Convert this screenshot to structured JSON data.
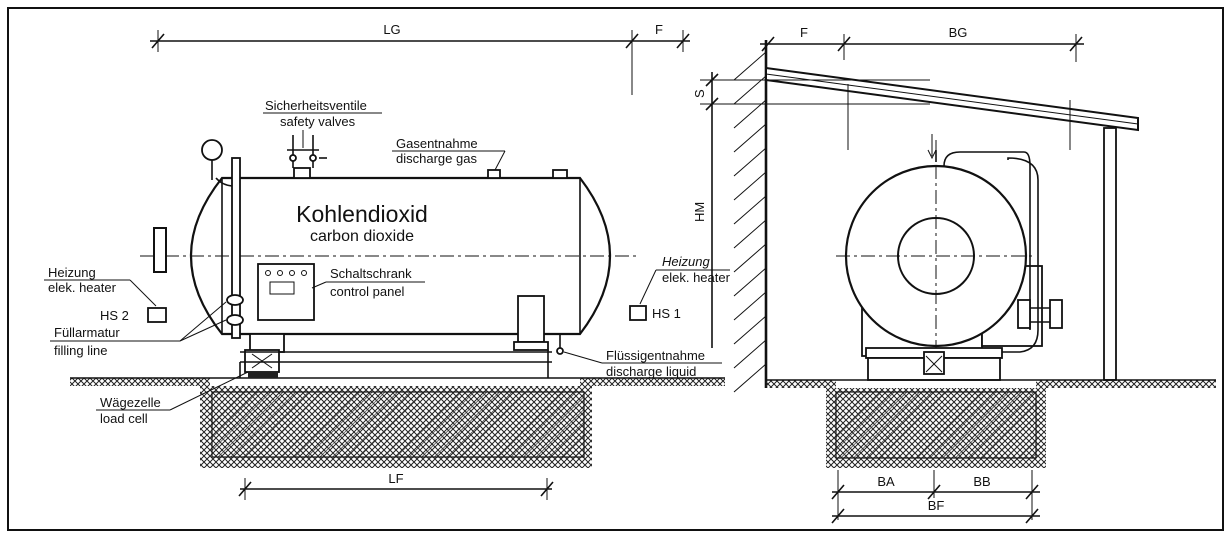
{
  "tank": {
    "title_de": "Kohlendioxid",
    "title_en": "carbon dioxide"
  },
  "labels": {
    "safety_valves_de": "Sicherheitsventile",
    "safety_valves_en": "safety valves",
    "gas_discharge_de": "Gasentnahme",
    "gas_discharge_en": "discharge gas",
    "control_panel_de": "Schaltschrank",
    "control_panel_en": "control panel",
    "heater_left_de": "Heizung",
    "heater_left_en": "elek. heater",
    "heater_right_de": "Heizung",
    "heater_right_en": "elek. heater",
    "hs2": "HS 2",
    "hs1": "HS 1",
    "filling_de": "Füllarmatur",
    "filling_en": "filling line",
    "liquid_discharge_de": "Flüssigentnahme",
    "liquid_discharge_en": "discharge liquid",
    "load_cell_de": "Wägezelle",
    "load_cell_en": "load cell"
  },
  "dimensions": {
    "lg": "LG",
    "f_left": "F",
    "f_right": "F",
    "bg": "BG",
    "s": "S",
    "hm": "HM",
    "lf": "LF",
    "ba": "BA",
    "bb": "BB",
    "bf": "BF"
  }
}
